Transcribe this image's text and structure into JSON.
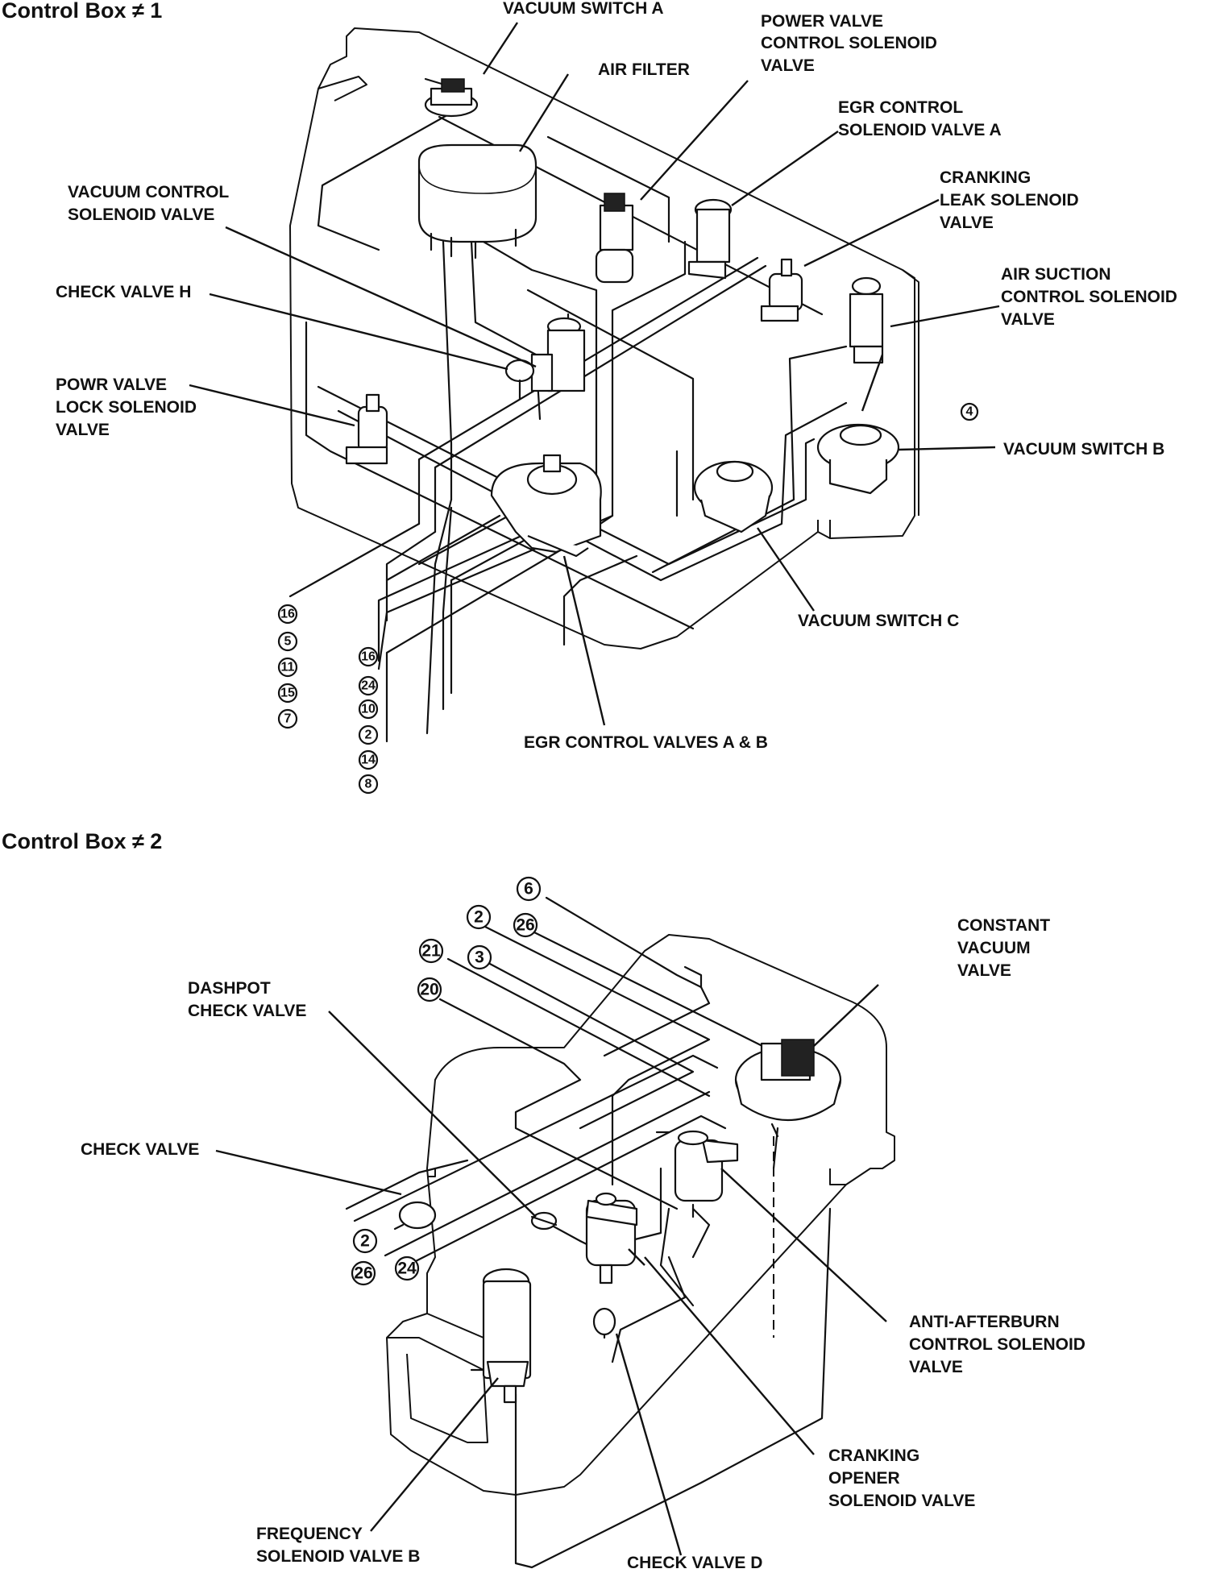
{
  "box1": {
    "title": "Control Box ≠ 1",
    "labels": {
      "vacuum_switch_a": "VACUUM SWITCH A",
      "power_valve_1": "POWER VALVE",
      "power_valve_2": "CONTROL SOLENOID",
      "power_valve_3": "VALVE",
      "air_filter": "AIR FILTER",
      "egr_solenoid_1": "EGR CONTROL",
      "egr_solenoid_2": "SOLENOID VALVE A",
      "cranking_leak_1": "CRANKING",
      "cranking_leak_2": "LEAK SOLENOID",
      "cranking_leak_3": "VALVE",
      "vacuum_control_1": "VACUUM CONTROL",
      "vacuum_control_2": "SOLENOID VALVE",
      "air_suction_1": "AIR SUCTION",
      "air_suction_2": "CONTROL SOLENOID",
      "air_suction_3": "VALVE",
      "check_valve_h": "CHECK VALVE H",
      "powr_valve_lock_1": "POWR VALVE",
      "powr_valve_lock_2": "LOCK SOLENOID",
      "powr_valve_lock_3": "VALVE",
      "vacuum_switch_b": "VACUUM SWITCH B",
      "vacuum_switch_c": "VACUUM SWITCH C",
      "egr_control_valves": "EGR CONTROL VALVES A & B"
    },
    "hose_numbers": {
      "h16a": "16",
      "h5": "5",
      "h11": "11",
      "h15": "15",
      "h7": "7",
      "h16b": "16",
      "h24": "24",
      "h10": "10",
      "h2": "2",
      "h14": "14",
      "h8": "8",
      "h4": "4"
    }
  },
  "box2": {
    "title": "Control Box ≠ 2",
    "labels": {
      "constant_vacuum_1": "CONSTANT",
      "constant_vacuum_2": "VACUUM",
      "constant_vacuum_3": "VALVE",
      "dashpot_1": "DASHPOT",
      "dashpot_2": "CHECK VALVE",
      "check_valve": "CHECK VALVE",
      "anti_afterburn_1": "ANTI-AFTERBURN",
      "anti_afterburn_2": "CONTROL SOLENOID",
      "anti_afterburn_3": "VALVE",
      "cranking_opener_1": "CRANKING",
      "cranking_opener_2": "OPENER",
      "cranking_opener_3": "SOLENOID VALVE",
      "frequency_1": "FREQUENCY",
      "frequency_2": "SOLENOID VALVE B",
      "check_valve_d": "CHECK VALVE D"
    },
    "hose_numbers": {
      "h6": "6",
      "h2top": "2",
      "h26top": "26",
      "h21": "21",
      "h3": "3",
      "h20": "20",
      "h2left": "2",
      "h26left": "26",
      "h24left": "24"
    }
  }
}
